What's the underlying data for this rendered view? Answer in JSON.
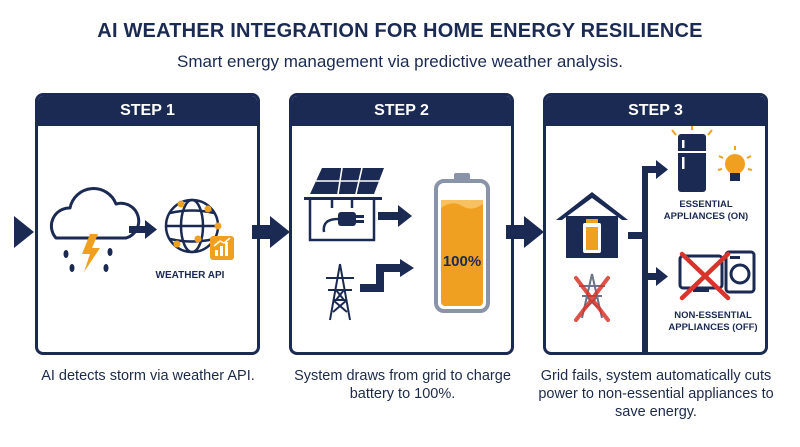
{
  "header": {
    "title": "AI WEATHER INTEGRATION FOR HOME ENERGY RESILIENCE",
    "subtitle": "Smart energy management via predictive weather analysis."
  },
  "steps": [
    {
      "label": "STEP 1",
      "caption": "AI detects storm via weather API.",
      "labels": {
        "api": "WEATHER API"
      }
    },
    {
      "label": "STEP 2",
      "caption": "System draws from grid to charge battery to 100%.",
      "battery_level": "100%"
    },
    {
      "label": "STEP 3",
      "caption": "Grid fails, system automatically cuts power to non-essential appliances to save energy.",
      "labels": {
        "essential_line1": "ESSENTIAL",
        "essential_line2": "APPLIANCES (ON)",
        "nonessential_line1": "NON-ESSENTIAL",
        "nonessential_line2": "APPLIANCES (OFF)"
      }
    }
  ],
  "colors": {
    "navy": "#1b2a52",
    "orange": "#f0a020",
    "red": "#d9342b",
    "gray": "#8a94a8"
  }
}
